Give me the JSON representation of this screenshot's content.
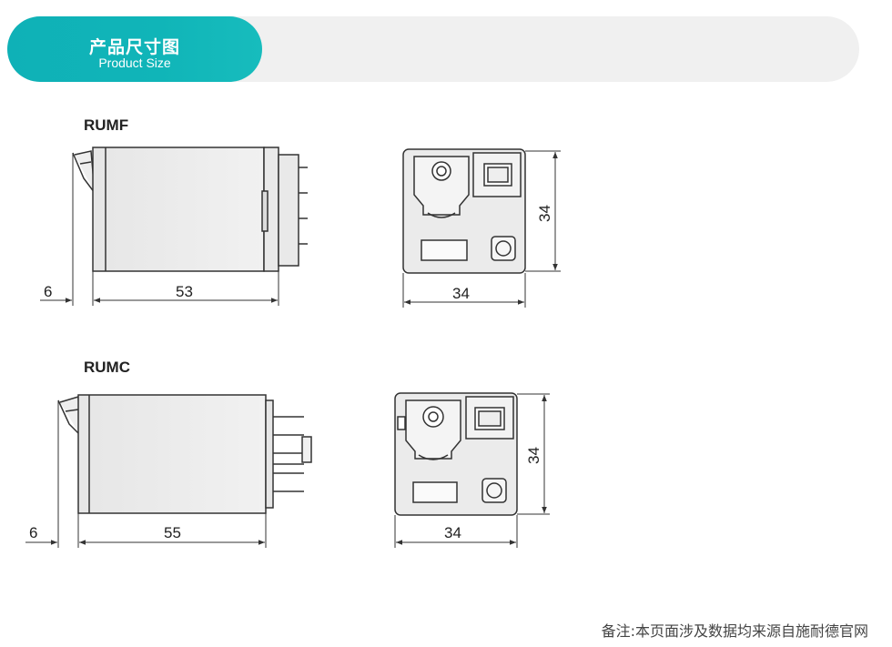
{
  "header": {
    "title": "产品尺寸图",
    "subtitle": "Product Size",
    "accent_color": "#10b5b8"
  },
  "models": [
    {
      "name": "RUMF",
      "side_dims": {
        "tab": "6",
        "length": "53"
      },
      "front_dims": {
        "width": "34",
        "height": "34"
      }
    },
    {
      "name": "RUMC",
      "side_dims": {
        "tab": "6",
        "length": "55"
      },
      "front_dims": {
        "width": "34",
        "height": "34"
      }
    }
  ],
  "footer": {
    "note": "备注:本页面涉及数据均来源自施耐德官网"
  }
}
